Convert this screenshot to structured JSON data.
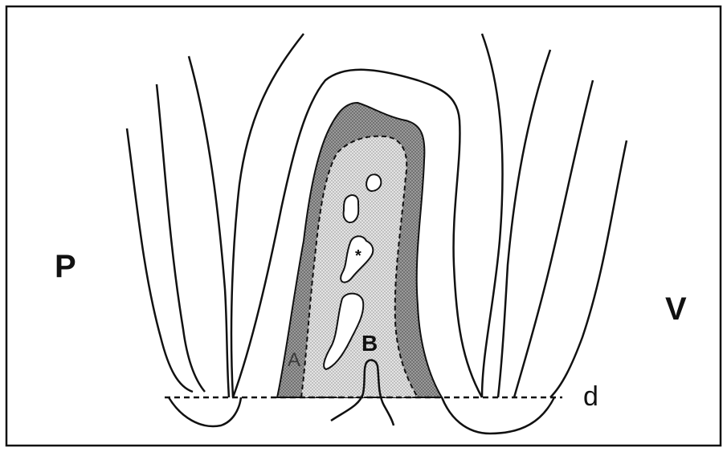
{
  "labels": {
    "left": "P",
    "right": "V",
    "a": "A",
    "b": "B",
    "d": "d",
    "star": "*"
  },
  "colors": {
    "outline": "#111111",
    "zone_a": "#8c8c8c",
    "zone_b": "#d4d4d4",
    "background": "#ffffff"
  }
}
